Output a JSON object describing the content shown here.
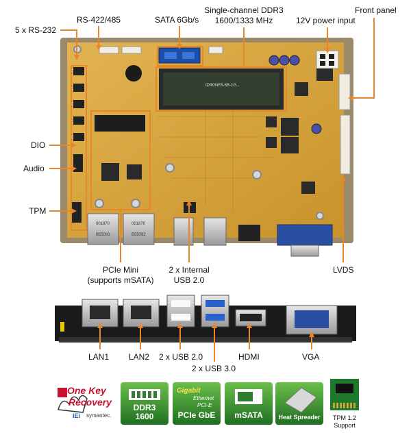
{
  "callouts": {
    "rs232": "5 x RS-232",
    "rs422": "RS-422/485",
    "sata": "SATA 6Gb/s",
    "ddr3_line1": "Single-channel DDR3",
    "ddr3_line2": "1600/1333 MHz",
    "power": "12V power input",
    "front_panel": "Front panel",
    "dio": "DIO",
    "audio": "Audio",
    "tpm": "TPM",
    "pcie_line1": "PCIe Mini",
    "pcie_line2": "(supports mSATA)",
    "usb_int_line1": "2 x Internal",
    "usb_int_line2": "USB 2.0",
    "lvds": "LVDS",
    "lan1": "LAN1",
    "lan2": "LAN2",
    "usb20": "2 x USB 2.0",
    "usb30": "2 x USB 3.0",
    "hdmi": "HDMI",
    "vga": "VGA"
  },
  "board_print": {
    "lan_a": "001870",
    "lan_b": "001870",
    "lan_c": "B55091",
    "lan_d": "B55092",
    "sodimm": "ID9GNE5-6B-1G..."
  },
  "features": {
    "okr_line1": "One Key",
    "okr_line2": "Recovery",
    "okr_brand1": "iEi",
    "okr_brand2": "symantec.",
    "ddr3_l1": "DDR3",
    "ddr3_l2": "1600",
    "gbe_top1": "Gigabit",
    "gbe_top2": "Ethernet",
    "gbe_top3": "PCI-E",
    "gbe_l": "PCIe GbE",
    "msata": "mSATA",
    "heat": "Heat Spreader",
    "tpm_l1": "TPM 1.2",
    "tpm_l2": "Support"
  },
  "colors": {
    "callout": "#e8862a",
    "pcb": "#d9a43a",
    "badge_green": "#2e7d32"
  }
}
